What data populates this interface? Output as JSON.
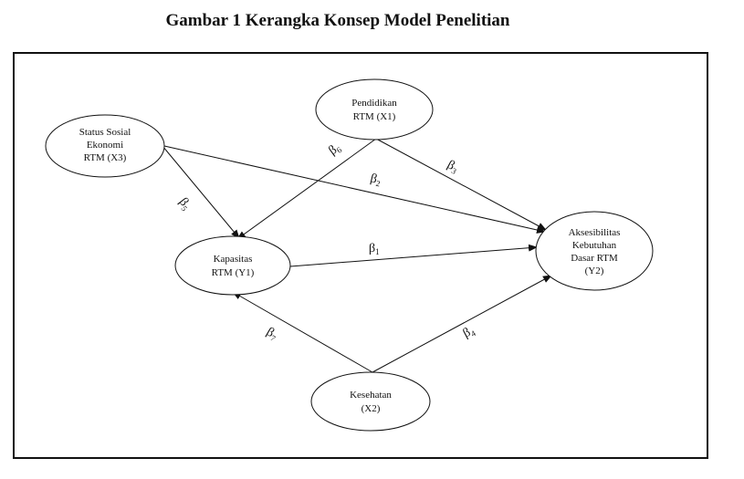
{
  "title": "Gambar 1 Kerangka Konsep Model Penelitian",
  "nodes": {
    "x3": {
      "lines": [
        "Status Sosial",
        "Ekonomi",
        "RTM (X3)"
      ]
    },
    "x1": {
      "lines": [
        "Pendidikan",
        "RTM (X1)"
      ]
    },
    "y1": {
      "lines": [
        "Kapasitas",
        "RTM (Y1)"
      ]
    },
    "y2": {
      "lines": [
        "Aksesibilitas",
        "Kebutuhan",
        "Dasar RTM",
        "(Y2)"
      ]
    },
    "x2": {
      "lines": [
        "Kesehatan",
        "(X2)"
      ]
    }
  },
  "paths": {
    "b1": {
      "symbol": "β",
      "sub": "1"
    },
    "b2": {
      "symbol": "β",
      "sub": "2"
    },
    "b3": {
      "symbol": "β",
      "sub": "3"
    },
    "b4": {
      "symbol": "β",
      "sub": "4"
    },
    "b5": {
      "symbol": "β",
      "sub": "5"
    },
    "b6": {
      "symbol": "β",
      "sub": "6"
    },
    "b7": {
      "symbol": "β",
      "sub": "7"
    }
  }
}
